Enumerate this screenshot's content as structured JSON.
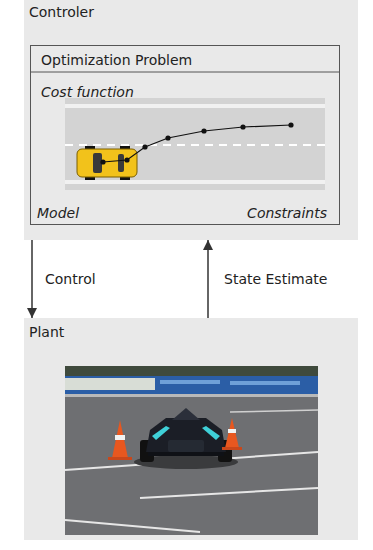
{
  "diagram": {
    "nodes": [
      {
        "text": [
          "Controler"
        ]
      },
      {
        "text": [
          "Optimization Problem",
          "Cost function",
          "Model",
          "Constraints"
        ],
        "in": 0
      },
      {
        "text": [
          "Plant"
        ]
      }
    ],
    "edges": [
      {
        "from": 0,
        "to": 2,
        "arrow": "to",
        "label": "Control"
      },
      {
        "from": 2,
        "to": 0,
        "arrow": "to",
        "label": "State Estimate"
      }
    ]
  }
}
